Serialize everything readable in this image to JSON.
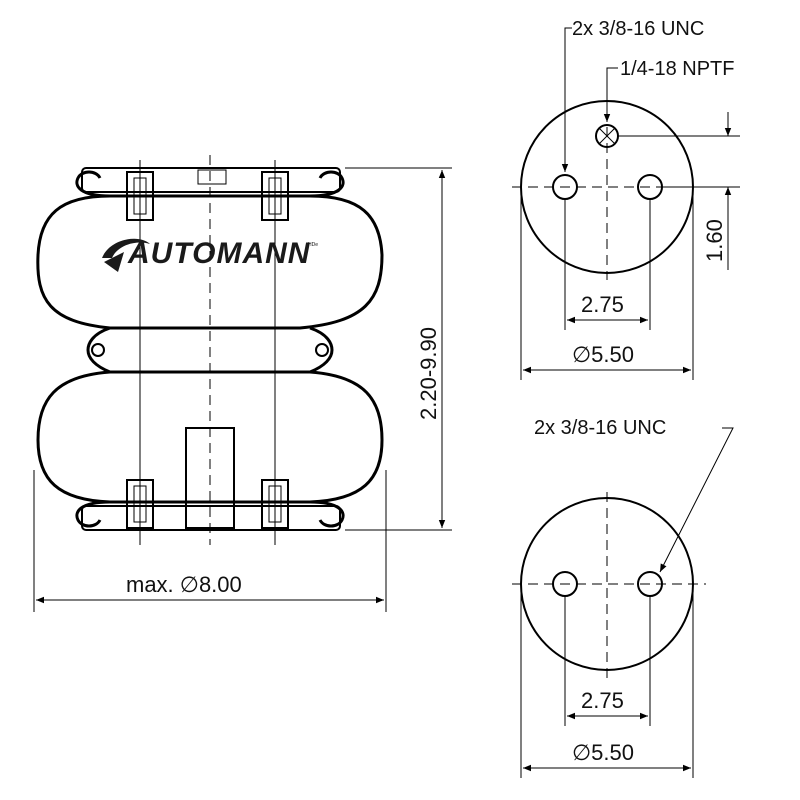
{
  "brand": {
    "logo_text": "AUTOMANN",
    "logo_suffix": "HDe"
  },
  "side_view": {
    "max_diameter_label": "max. ∅8.00",
    "height_range_label": "2.20-9.90"
  },
  "top_plate": {
    "bolt_callout": "2x 3/8-16 UNC",
    "air_inlet_callout": "1/4-18 NPTF",
    "inlet_offset_label": "1.60",
    "bolt_spacing_label": "2.75",
    "diameter_label": "∅5.50"
  },
  "bottom_plate": {
    "bolt_callout": "2x 3/8-16 UNC",
    "bolt_spacing_label": "2.75",
    "diameter_label": "∅5.50"
  },
  "colors": {
    "line": "#000000",
    "background": "#ffffff",
    "fill_light": "#ffffff"
  }
}
